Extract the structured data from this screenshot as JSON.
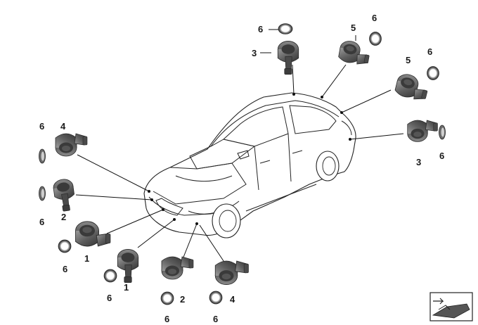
{
  "diagram": {
    "part_numbers": {
      "ring": "6",
      "sensor_front_outer": "4",
      "sensor_front_inner": "2",
      "sensor_center": "1",
      "sensor_rear": "3",
      "sensor_rear_side": "5"
    },
    "parts": [
      {
        "id": "ring-top",
        "label": "6"
      },
      {
        "id": "sensor-top",
        "label": "3"
      },
      {
        "id": "sensor-rear-upper",
        "label": "5"
      },
      {
        "id": "ring-rear-upper",
        "label": "6"
      },
      {
        "id": "sensor-rear-right",
        "label": "5"
      },
      {
        "id": "ring-rear-right",
        "label": "6"
      },
      {
        "id": "sensor-rear-side",
        "label": "3"
      },
      {
        "id": "ring-rear-side",
        "label": "6"
      },
      {
        "id": "ring-left-upper",
        "label": "6"
      },
      {
        "id": "sensor-left-upper",
        "label": "4"
      },
      {
        "id": "ring-left-lower",
        "label": "6"
      },
      {
        "id": "sensor-left-lower",
        "label": "2"
      },
      {
        "id": "sensor-front-1",
        "label": "1"
      },
      {
        "id": "ring-front-1",
        "label": "6"
      },
      {
        "id": "sensor-front-2",
        "label": "1"
      },
      {
        "id": "ring-front-2",
        "label": "6"
      },
      {
        "id": "sensor-front-3",
        "label": "2"
      },
      {
        "id": "ring-front-3",
        "label": "6"
      },
      {
        "id": "sensor-front-4",
        "label": "4"
      },
      {
        "id": "ring-front-4",
        "label": "6"
      }
    ],
    "colors": {
      "sensor_body": "#5c5c5c",
      "sensor_dark": "#3a3a3a",
      "sensor_light": "#8a8a8a",
      "ring_outer": "#4a4a4a",
      "ring_inner": "#b8b8b8",
      "line": "#111111"
    },
    "icon": "car-view-direction-icon"
  }
}
